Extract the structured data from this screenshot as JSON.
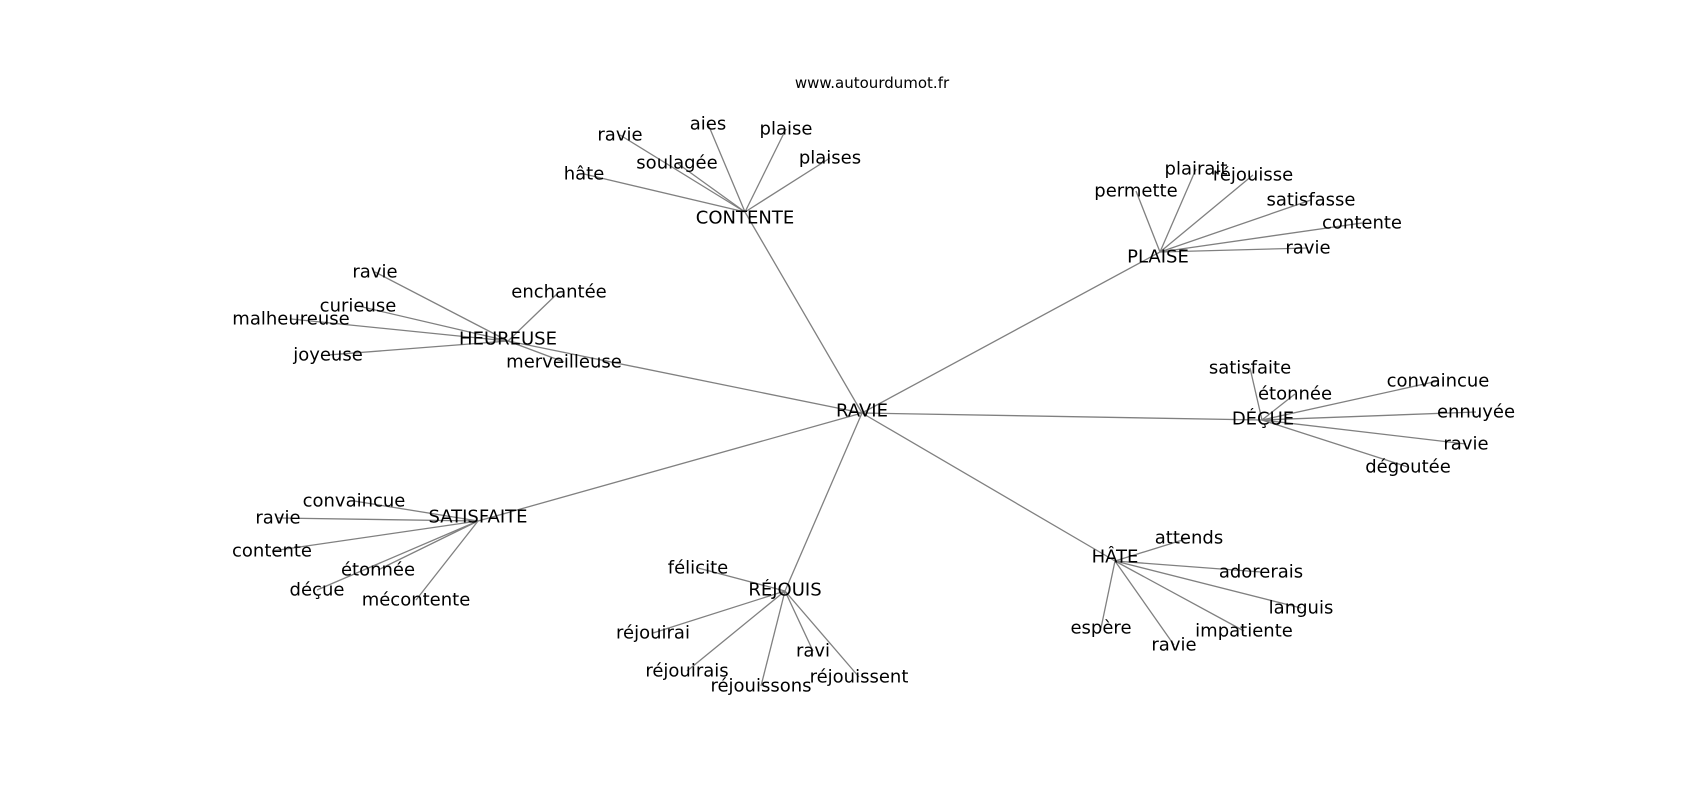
{
  "source_text": "www.autourdumot.fr",
  "root": "RAVIE",
  "groups": [
    {
      "word": "CONTENTE",
      "neighbors": [
        "hâte",
        "ravie",
        "soulagée",
        "aies",
        "plaise",
        "plaises"
      ]
    },
    {
      "word": "PLAISE",
      "neighbors": [
        "permette",
        "plairait",
        "réjouisse",
        "satisfasse",
        "contente",
        "ravie"
      ]
    },
    {
      "word": "HEUREUSE",
      "neighbors": [
        "ravie",
        "curieuse",
        "malheureuse",
        "joyeuse",
        "enchantée",
        "merveilleuse"
      ]
    },
    {
      "word": "DÉÇUE",
      "neighbors": [
        "satisfaite",
        "étonnée",
        "convaincue",
        "ennuyée",
        "ravie",
        "dégoutée"
      ]
    },
    {
      "word": "SATISFAITE",
      "neighbors": [
        "convaincue",
        "ravie",
        "contente",
        "étonnée",
        "déçue",
        "mécontente"
      ]
    },
    {
      "word": "RÉJOUIS",
      "neighbors": [
        "félicite",
        "réjouirai",
        "réjouirais",
        "réjouissons",
        "ravi",
        "réjouissent"
      ]
    },
    {
      "word": "HÂTE",
      "neighbors": [
        "attends",
        "adorerais",
        "languis",
        "espère",
        "ravie",
        "impatiente"
      ]
    }
  ]
}
